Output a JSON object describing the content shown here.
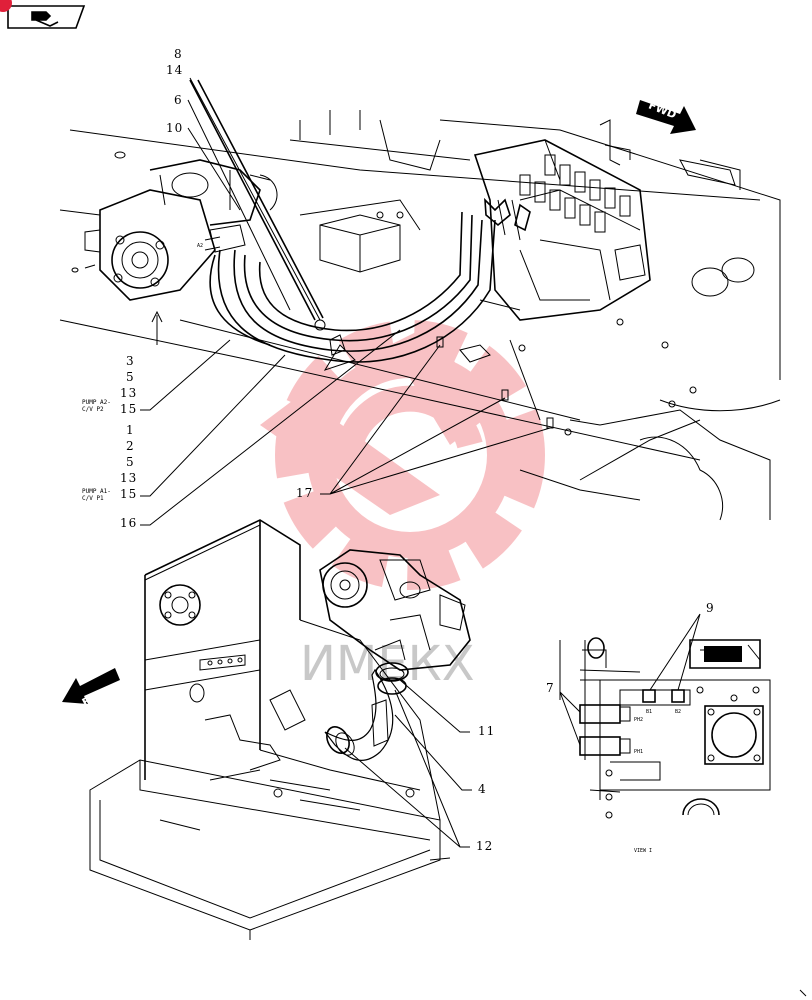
{
  "header": {
    "nav_icon": "arrow-tab-icon",
    "badge_color": "#e0203a"
  },
  "directions": {
    "fwd_top": "FWD",
    "fwd_bottom": "FWD"
  },
  "labels": {
    "pump_a2": "PUMP A2-",
    "cv_p2": "C/V P2",
    "pump_a1": "PUMP A1-",
    "cv_p1": "C/V P1",
    "port_a2": "A2",
    "port_ph2": "PH2",
    "port_ph1": "PH1",
    "port_b1": "B1",
    "port_b2": "B2",
    "view": "VIEW I"
  },
  "callouts": {
    "c8": "8",
    "c14": "14",
    "c6": "6",
    "c10": "10",
    "g1": [
      "3",
      "5",
      "13",
      "15"
    ],
    "g2": [
      "1",
      "2",
      "5",
      "13",
      "15"
    ],
    "c16": "16",
    "c17": "17",
    "c9": "9",
    "c7": "7",
    "c11": "11",
    "c4": "4",
    "c12": "12"
  },
  "watermark": {
    "text": "ИМЕКХ",
    "logo": "gear-watermark-icon",
    "color": "#e8262e"
  }
}
